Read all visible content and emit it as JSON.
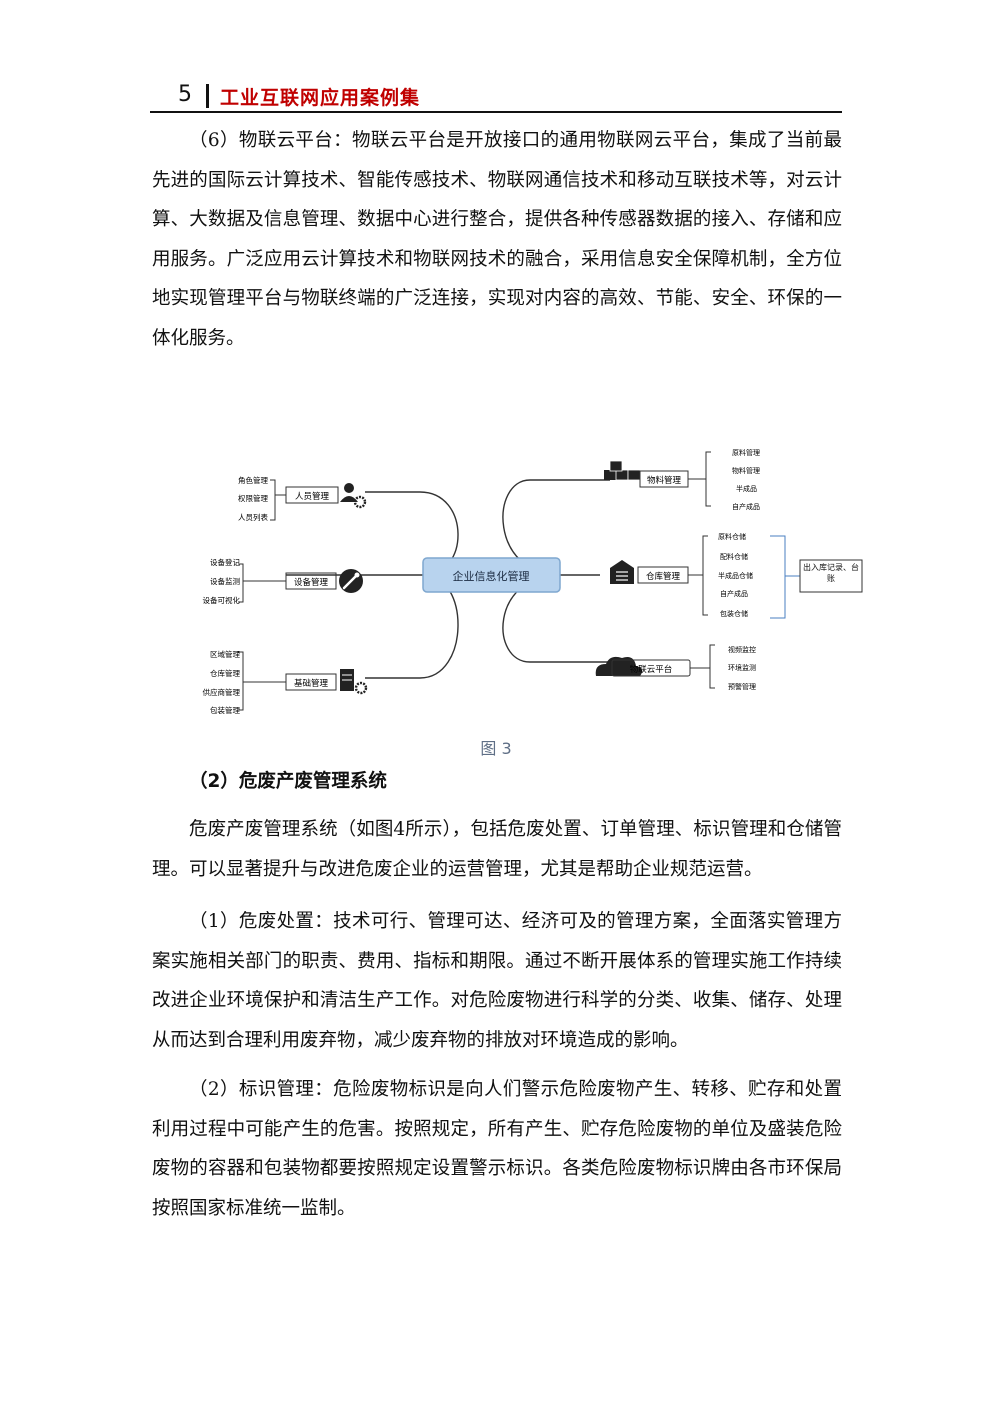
{
  "header": {
    "page_number": "5",
    "title": "工业互联网应用案例集"
  },
  "paragraphs": {
    "p1": "（6）物联云平台：物联云平台是开放接口的通用物联网云平台，集成了当前最先进的国际云计算技术、智能传感技术、物联网通信技术和移动互联技术等，对云计算、大数据及信息管理、数据中心进行整合，提供各种传感器数据的接入、存储和应用服务。广泛应用云计算技术和物联网技术的融合，采用信息安全保障机制，全方位地实现管理平台与物联终端的广泛连接，实现对内容的高效、节能、安全、环保的一体化服务。",
    "heading2": "（2）危废产废管理系统",
    "p2": "危废产废管理系统（如图4所示），包括危废处置、订单管理、标识管理和仓储管理。可以显著提升与改进危废企业的运营管理，尤其是帮助企业规范运营。",
    "p3": "（1）危废处置：技术可行、管理可达、经济可及的管理方案，全面落实管理方案实施相关部门的职责、费用、指标和期限。通过不断开展体系的管理实施工作持续改进企业环境保护和清洁生产工作。对危险废物进行科学的分类、收集、储存、处理从而达到合理利用废弃物，减少废弃物的排放对环境造成的影响。",
    "p4": "（2）标识管理：危险废物标识是向人们警示危险废物产生、转移、贮存和处置利用过程中可能产生的危害。按照规定，所有产生、贮存危险废物的单位及盛装危险废物的容器和包装物都要按照规定设置警示标识。各类危险废物标识牌由各市环保局按照国家标准统一监制。"
  },
  "figure": {
    "caption": "图 3",
    "center": "企业信息化管理",
    "left_branches": [
      {
        "label": "人员管理",
        "icon": "user-gear-icon",
        "items": [
          "角色管理",
          "权限管理",
          "人员列表"
        ]
      },
      {
        "label": "设备管理",
        "icon": "wrench-icon",
        "items": [
          "设备登记",
          "设备监测",
          "设备可视化"
        ]
      },
      {
        "label": "基础管理",
        "icon": "server-gear-icon",
        "items": [
          "区域管理",
          "仓库管理",
          "供应商管理",
          "包装管理"
        ]
      }
    ],
    "right_branches": [
      {
        "label": "物料管理",
        "icon": "boxes-icon",
        "items": [
          "原料管理",
          "物料管理",
          "半成品",
          "自产成品"
        ]
      },
      {
        "label": "仓库管理",
        "icon": "warehouse-icon",
        "items": [
          "原料仓储",
          "配料仓储",
          "半成品仓储",
          "自产成品",
          "包装仓储"
        ],
        "extra": "出入库记录、台账"
      },
      {
        "label": "物联云平台",
        "icon": "cloud-icon",
        "items": [
          "视频监控",
          "环境监测",
          "预警管理"
        ]
      }
    ],
    "colors": {
      "center_fill": "#b8d3ee",
      "center_border": "#7fa7cf",
      "line": "#333333",
      "bracket_blue": "#4a7fc1"
    }
  }
}
